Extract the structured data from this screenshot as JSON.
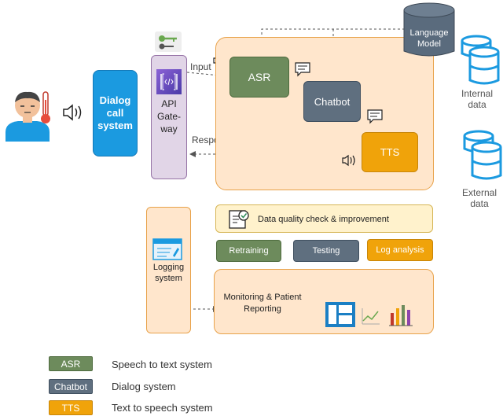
{
  "labels": {
    "dialog_call_system": "Dialog call system",
    "api_gateway": "API Gate-way",
    "input": "Input",
    "response": "Response",
    "asr": "ASR",
    "chatbot": "Chatbot",
    "tts": "TTS",
    "language_model": "Language Model",
    "internal_data": "Internal data",
    "external_data": "External data",
    "data_quality": "Data quality check & improvement",
    "retraining": "Retraining",
    "testing": "Testing",
    "log_analysis": "Log analysis",
    "logging_system": "Logging system",
    "monitoring": "Monitoring & Patient Reporting"
  },
  "legend": [
    {
      "key": "ASR",
      "desc": "Speech to text system"
    },
    {
      "key": "Chatbot",
      "desc": "Dialog system"
    },
    {
      "key": "TTS",
      "desc": "Text to speech system"
    }
  ],
  "colors": {
    "asr": "#6d8b5c",
    "chatbot": "#5f6f7f",
    "tts": "#f0a30a",
    "dialog": "#1b9ae0",
    "gateway_fill": "#e1d5e7",
    "gateway_border": "#9673a6",
    "panel_fill": "#ffe6cc",
    "panel_border": "#e8a24a",
    "yellow_fill": "#fff2cc",
    "yellow_border": "#d6b656",
    "db_fill": "#5a6b7d",
    "db_blue": "#1b9ae0"
  },
  "icons": [
    "patient-icon",
    "thermometer-icon",
    "sound-wave-icon",
    "key-icon",
    "api-icon",
    "chat-bubble-icon",
    "database-icon",
    "checklist-icon",
    "log-icon",
    "dashboard-icon",
    "line-chart-icon",
    "bar-chart-icon"
  ]
}
